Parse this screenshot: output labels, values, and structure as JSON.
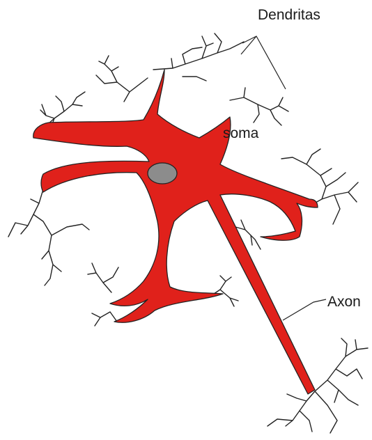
{
  "labels": {
    "dendrites": "Dendritas",
    "soma": "soma",
    "axon": "Axon"
  },
  "colors": {
    "cell_body": "#e0211b",
    "nucleus": "#8c8c8c",
    "outline": "#222222"
  }
}
